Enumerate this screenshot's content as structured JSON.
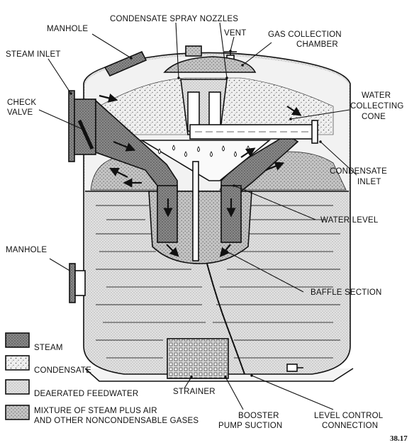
{
  "labels": {
    "manhole_top": "MANHOLE",
    "spray_nozzles": "CONDENSATE SPRAY NOZZLES",
    "vent": "VENT",
    "gas_chamber_1": "GAS COLLECTION",
    "gas_chamber_2": "CHAMBER",
    "steam_inlet": "STEAM INLET",
    "check_valve_1": "CHECK",
    "check_valve_2": "VALVE",
    "water_cone_1": "WATER",
    "water_cone_2": "COLLECTING",
    "water_cone_3": "CONE",
    "cond_inlet_1": "CONDENSATE",
    "cond_inlet_2": "INLET",
    "water_level": "WATER LEVEL",
    "manhole_side": "MANHOLE",
    "baffle": "BAFFLE SECTION",
    "strainer": "STRAINER",
    "booster_1": "BOOSTER",
    "booster_2": "PUMP SUCTION",
    "level_1": "LEVEL CONTROL",
    "level_2": "CONNECTION"
  },
  "legend": {
    "steam": "STEAM",
    "condensate": "CONDENSATE",
    "feedwater": "DEAERATED FEEDWATER",
    "mixture_1": "MIXTURE OF STEAM PLUS AIR",
    "mixture_2": "AND OTHER NONCONDENSABLE GASES"
  },
  "figure_number": "38.17"
}
